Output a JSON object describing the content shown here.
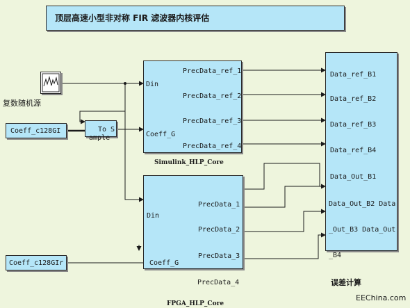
{
  "title": "顶层高速小型非对称 FIR 滤波器内核评估",
  "source_label": "复数随机源",
  "coeff_const_1": "Coeff_c128GI",
  "coeff_const_2": "Coeff_c128GIr",
  "to_sample": {
    "line1": "To S",
    "line2": "ample"
  },
  "simulink_core": {
    "name": "Simulink_HLP_Core",
    "inputs": [
      "Din",
      "Coeff_G"
    ],
    "outputs": [
      "PrecData_ref_1",
      "PrecData_ref_2",
      "PrecData_ref_3",
      "PrecData_ref_4"
    ]
  },
  "fpga_core": {
    "name": "FPGA_HLP_Core",
    "inputs": [
      "Din",
      "Coeff_G"
    ],
    "outputs": [
      "PrecData_1",
      "PrecData_2",
      "PrecData_3",
      "PrecData_4"
    ]
  },
  "error_calc": {
    "name": "误差计算",
    "ports": [
      "Data_ref_B1",
      "Data_ref_B2",
      "Data_ref_B3",
      "Data_ref_B4",
      "Data_Out_B1",
      "Data_Out_B2 Data",
      "_Out_B3 Data_Out",
      "_B4"
    ]
  },
  "watermark": "EEChina.com",
  "colors": {
    "background": "#eef5dd",
    "block_fill": "#b5e6f8",
    "line": "#1a1a1a"
  }
}
